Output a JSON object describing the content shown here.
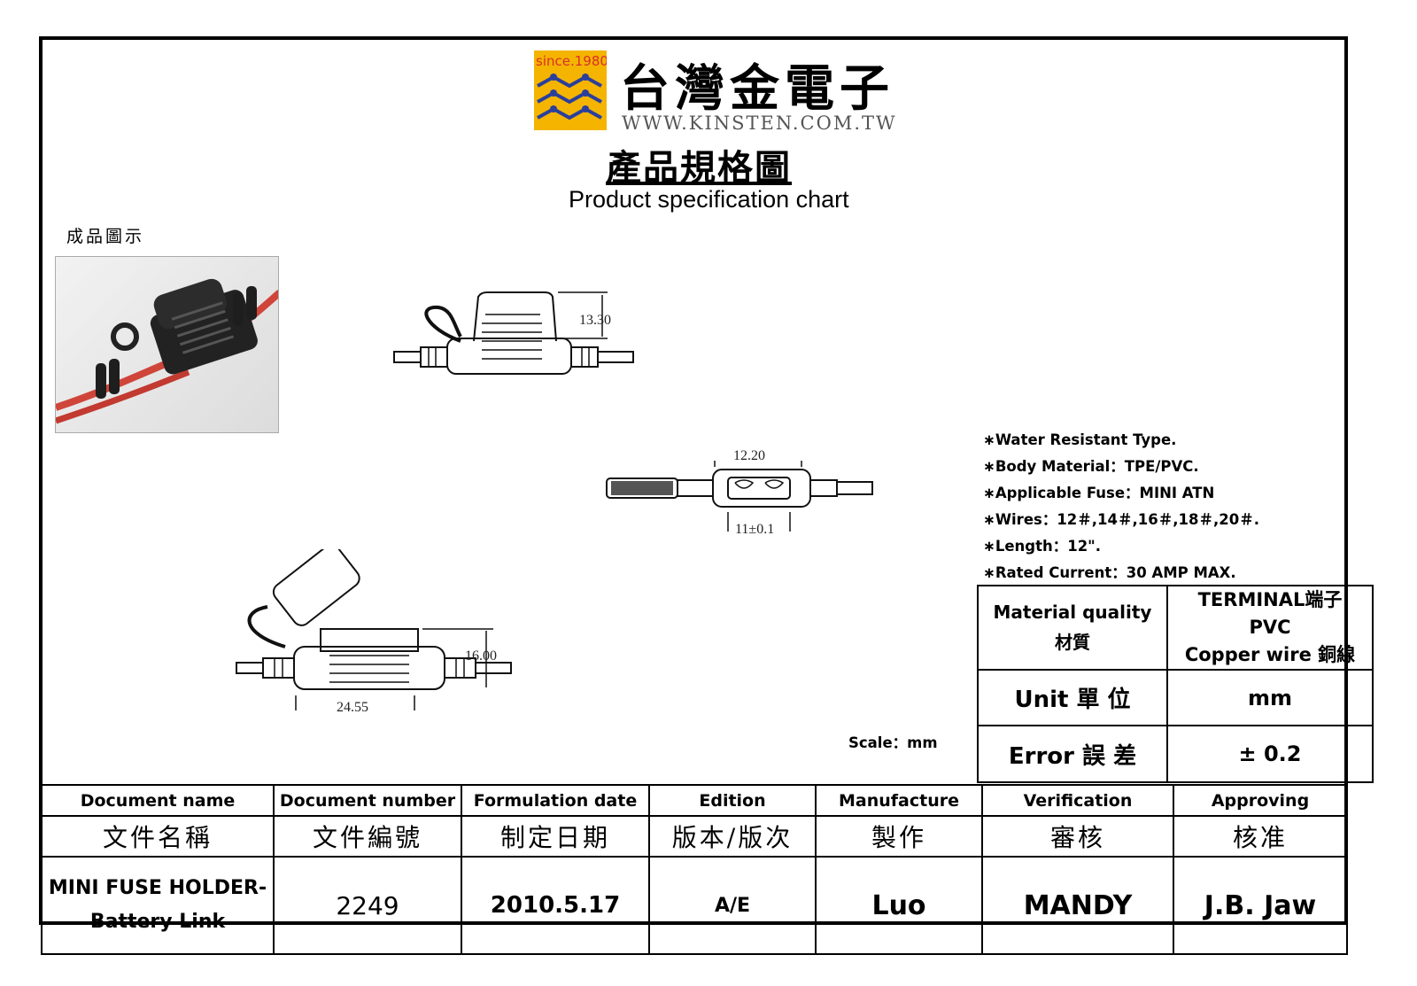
{
  "header": {
    "since": "since.1980",
    "brand_cn": "台灣金電子",
    "brand_url": "WWW.KINSTEN.COM.TW",
    "title_cn": "產品規格圖",
    "title_en": "Product specification chart"
  },
  "photo": {
    "label": "成品圖示"
  },
  "dimensions": {
    "d1": "13.30",
    "d2": "12.20",
    "d3": "11±0.1",
    "d4": "16.00",
    "d5": "24.55"
  },
  "specs": [
    "∗Water Resistant Type.",
    "∗Body Material：TPE/PVC.",
    "∗Applicable Fuse：MINI ATN",
    "∗Wires：12＃,14＃,16＃,18＃,20＃.",
    "∗Length：12\".",
    "∗Rated Current：30 AMP MAX."
  ],
  "scale": "Scale：mm",
  "right_table": {
    "material_label_en": "Material quality",
    "material_label_cn": "材質",
    "material_value_1": "TERMINAL端子",
    "material_value_2": "PVC",
    "material_value_3": "Copper wire 銅線",
    "unit_label": "Unit 單 位",
    "unit_value": "mm",
    "error_label": "Error 誤 差",
    "error_value": "± 0.2"
  },
  "bottom_table": {
    "headers": [
      "Document name",
      "Document number",
      "Formulation date",
      "Edition",
      "Manufacture",
      "Verification",
      "Approving"
    ],
    "headers_cn": [
      "文件名稱",
      "文件編號",
      "制定日期",
      "版本/版次",
      "製作",
      "審核",
      "核准"
    ],
    "values": [
      "MINI FUSE HOLDER-Battery Link",
      "2249",
      "2010.5.17",
      "A/E",
      "Luo",
      "MANDY",
      "J.B. Jaw"
    ]
  },
  "colors": {
    "logo_bg": "#f4b400",
    "logo_lines": "#2a3f9c",
    "since_red": "#d9302b",
    "wire_red": "#d0453a"
  }
}
